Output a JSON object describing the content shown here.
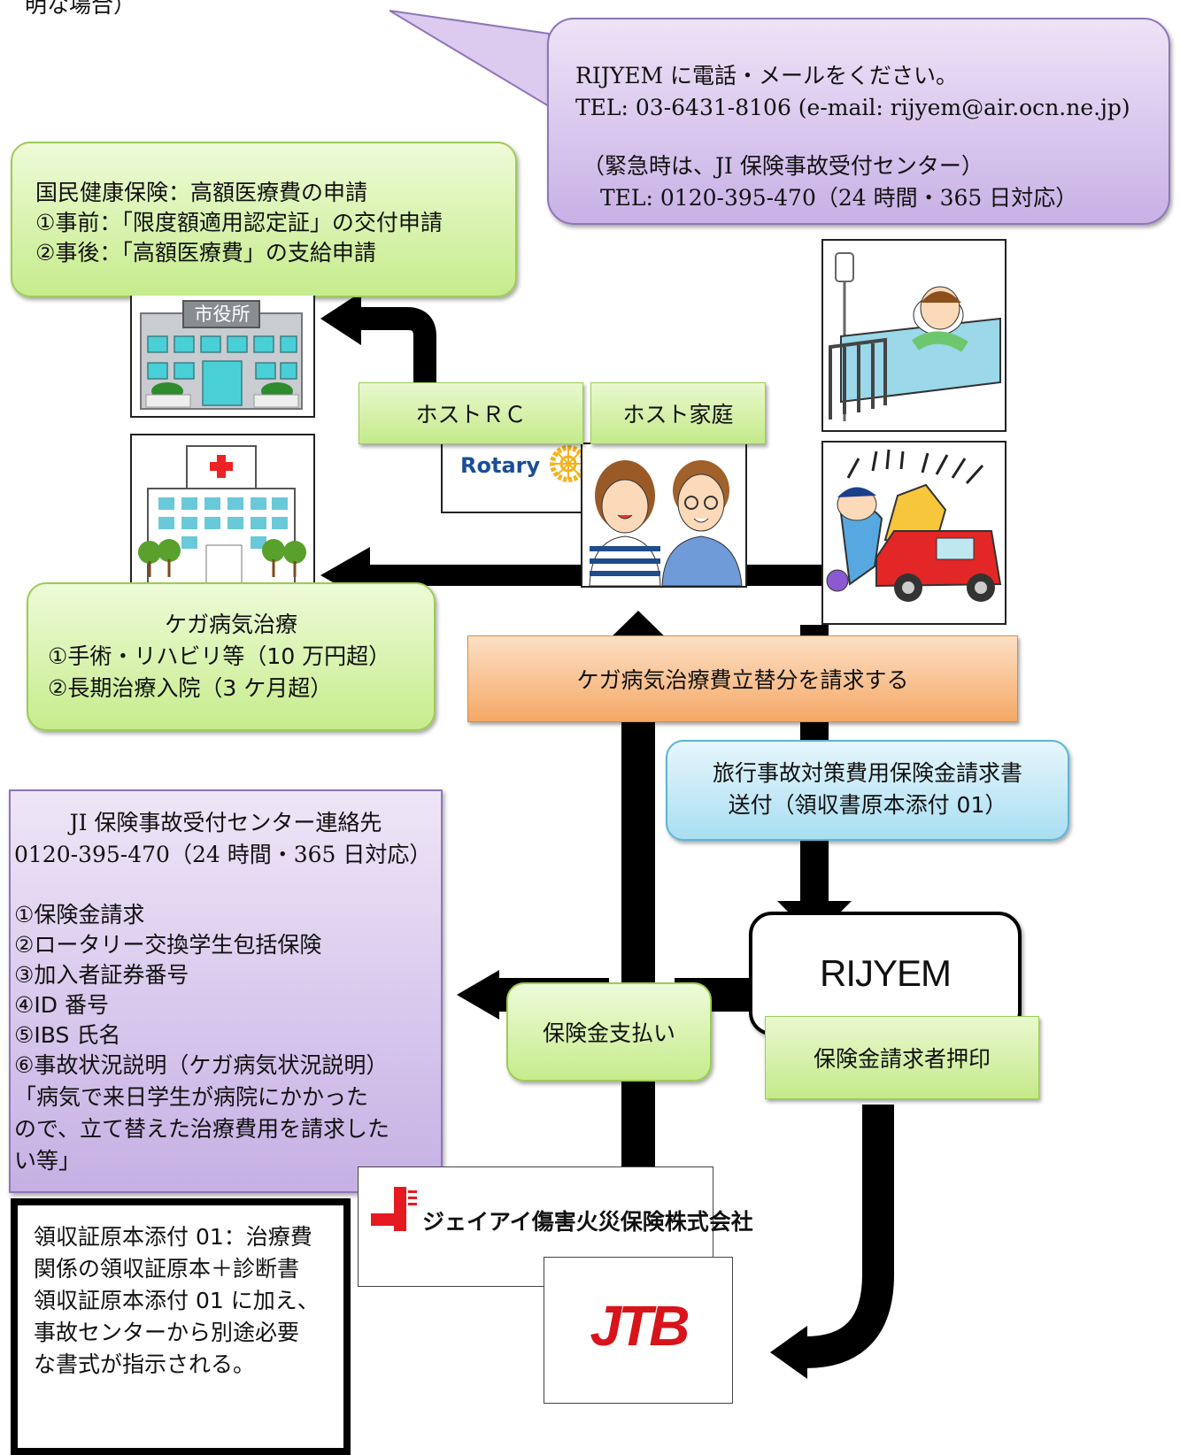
{
  "top_note": "明な場合）",
  "rijyem_bubble": {
    "line1": "RIJYEM に電話・メールをください。",
    "line2": "TEL: 03-6431-8106 (e-mail: rijyem@air.ocn.ne.jp)",
    "line3": "（緊急時は、JI 保険事故受付センター）",
    "line4": "TEL: 0120-395-470（24 時間・365 日対応）"
  },
  "national_insurance": {
    "line1": "国民健康保険：高額医療費の申請",
    "line2": "①事前：「限度額適用認定証」の交付申請",
    "line3": "②事後：「高額医療費」の支給申請"
  },
  "city_hall_sign": "市役所",
  "host_rc": "ホストＲＣ",
  "host_family": "ホスト家庭",
  "rotary_logo": "Rotary",
  "treatment": {
    "title": "ケガ病気治療",
    "line1": "①手術・リハビリ等（10 万円超）",
    "line2": "②長期治療入院（3 ケ月超）"
  },
  "claim_box": "ケガ病気治療費立替分を請求する",
  "travel_claim": {
    "line1": "旅行事故対策費用保険金請求書",
    "line2": "送付（領収書原本添付 01）"
  },
  "ji_center": {
    "title": "JI 保険事故受付センター連絡先",
    "phone": "0120-395-470（24 時間・365 日対応）",
    "item1": "①保険金請求",
    "item2": "②ロータリー交換学生包括保険",
    "item3": "③加入者証券番号",
    "item4": "④ID 番号",
    "item5": "⑤IBS 氏名",
    "item6": "⑥事故状況説明（ケガ病気状況説明）",
    "quote1": "「病気で来日学生が病院にかかった",
    "quote2": "ので、立て替えた治療費用を請求した",
    "quote3": "い等」"
  },
  "rijyem_label": "RIJYEM",
  "payment_label": "保険金支払い",
  "stamp_label": "保険金請求者押印",
  "ji_company": "ジェイアイ傷害火災保険株式会社",
  "jtb_logo": "JTB",
  "receipt_note": {
    "line1": "領収証原本添付 01：治療費",
    "line2": "関係の領収証原本＋診断書",
    "line3": "領収証原本添付 01 に加え、",
    "line4": "事故センターから別途必要",
    "line5": "な書式が指示される。"
  },
  "colors": {
    "green_fill": "#c6ec8c",
    "purple_fill": "#c8b1e6",
    "orange_fill": "#f9c08e",
    "blue_fill": "#a9def2",
    "jtb_red": "#d7141a"
  }
}
